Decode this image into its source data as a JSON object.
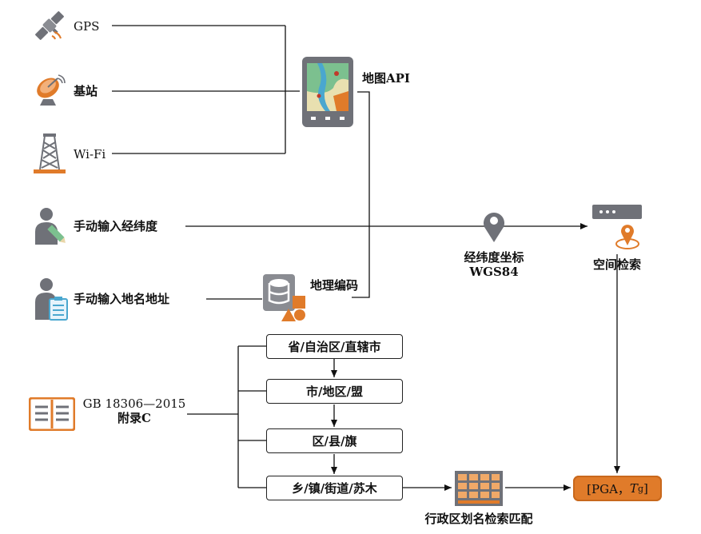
{
  "sources": {
    "gps": "GPS",
    "base_station": "基站",
    "wifi": "Wi-Fi",
    "manual_latlon": "手动输入经纬度",
    "manual_address": "手动输入地名地址"
  },
  "map_api": "地图API",
  "geocoding": "地理编码",
  "coordinate": {
    "line1": "经纬度坐标",
    "line2": "WGS84"
  },
  "spatial_search": "空间检索",
  "standard": {
    "line1": "GB 18306—2015",
    "line2": "附录C"
  },
  "admin_levels": [
    "省/自治区/直辖市",
    "市/地区/盟",
    "区/县/旗",
    "乡/镇/街道/苏木"
  ],
  "admin_match": "行政区划名检索匹配",
  "result": {
    "prefix": "[PGA，",
    "t": "T",
    "sub": "g",
    "suffix": "]"
  },
  "colors": {
    "accent": "#e07b2a",
    "icon_gray": "#6f7178",
    "line": "#111111"
  },
  "icons": {
    "gps": "satellite-icon",
    "base_station": "satellite-dish-icon",
    "wifi": "signal-tower-icon",
    "map_api": "tablet-map-icon",
    "manual_latlon": "person-pen-icon",
    "manual_address": "person-clipboard-icon",
    "geocoding": "database-shapes-icon",
    "coordinate": "map-pin-icon",
    "spatial_search": "server-pin-icon",
    "standard": "open-book-icon",
    "admin_match": "grid-table-icon"
  }
}
